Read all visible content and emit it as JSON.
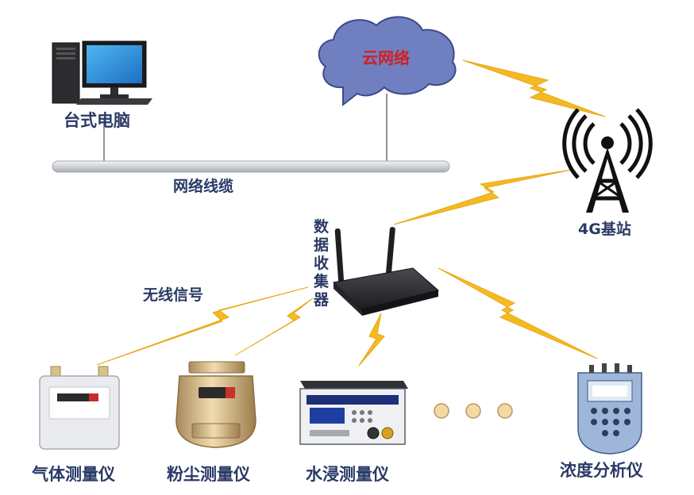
{
  "labels": {
    "desktop": "台式电脑",
    "cloud": "云网络",
    "cable": "网络线缆",
    "base_station": "4G基站",
    "collector": "数据收集器",
    "wireless": "无线信号",
    "gas_meter": "气体测量仪",
    "dust_meter": "粉尘测量仪",
    "flood_meter": "水浸测量仪",
    "analyzer": "浓度分析仪"
  },
  "colors": {
    "label": "#2a3a66",
    "cloud_fill": "#6f7fc0",
    "cloud_text": "#d21f1f",
    "lightning": "#f5b922",
    "cable": "#d6d8dc",
    "dots": "#f3d9a6"
  }
}
